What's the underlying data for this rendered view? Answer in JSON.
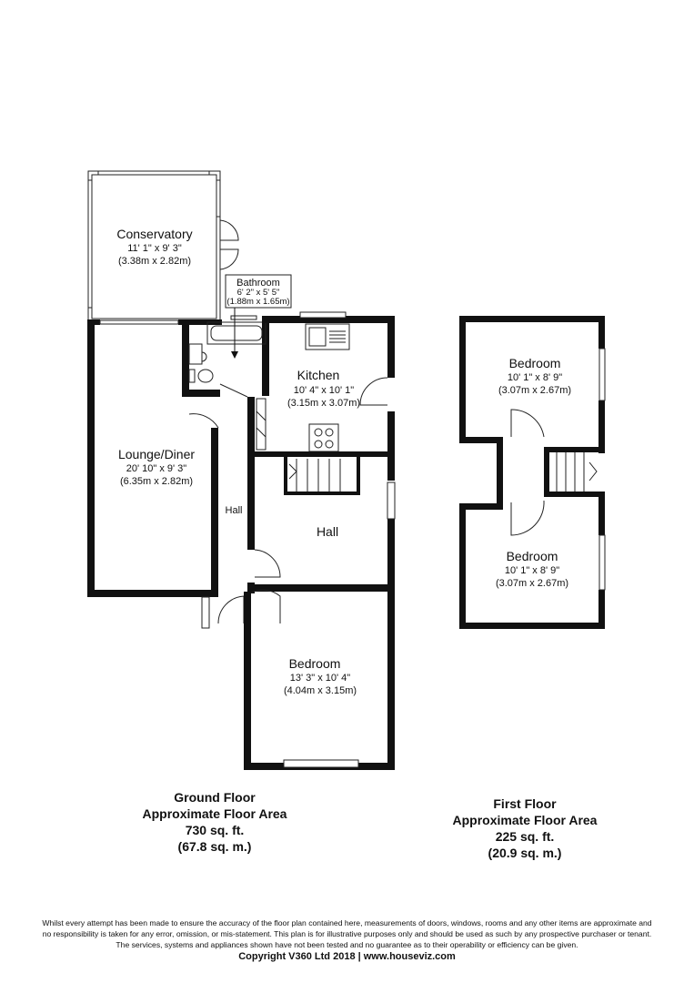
{
  "ground_floor": {
    "rooms": {
      "conservatory": {
        "name": "Conservatory",
        "dims_imperial": "11' 1\" x 9' 3\"",
        "dims_metric": "(3.38m x 2.82m)"
      },
      "bathroom": {
        "name": "Bathroom",
        "dims_imperial": "6' 2\" x 5' 5\"",
        "dims_metric": "(1.88m x 1.65m)"
      },
      "kitchen": {
        "name": "Kitchen",
        "dims_imperial": "10' 4\" x 10' 1\"",
        "dims_metric": "(3.15m x 3.07m)"
      },
      "lounge": {
        "name": "Lounge/Diner",
        "dims_imperial": "20' 10\" x 9' 3\"",
        "dims_metric": "(6.35m x 2.82m)"
      },
      "hall_corridor": {
        "name": "Hall"
      },
      "hall": {
        "name": "Hall"
      },
      "bedroom": {
        "name": "Bedroom",
        "dims_imperial": "13' 3\" x 10' 4\"",
        "dims_metric": "(4.04m x 3.15m)"
      }
    },
    "summary": {
      "title": "Ground Floor",
      "subtitle": "Approximate Floor Area",
      "area_sqft": "730 sq. ft.",
      "area_sqm": "(67.8 sq. m.)"
    }
  },
  "first_floor": {
    "rooms": {
      "bedroom_upper": {
        "name": "Bedroom",
        "dims_imperial": "10' 1\" x 8' 9\"",
        "dims_metric": "(3.07m x 2.67m)"
      },
      "bedroom_lower": {
        "name": "Bedroom",
        "dims_imperial": "10' 1\" x 8' 9\"",
        "dims_metric": "(3.07m x 2.67m)"
      }
    },
    "summary": {
      "title": "First Floor",
      "subtitle": "Approximate Floor Area",
      "area_sqft": "225 sq. ft.",
      "area_sqm": "(20.9 sq. m.)"
    }
  },
  "disclaimer": {
    "line1": "Whilst every attempt has been made to ensure the accuracy of the floor plan contained here, measurements of doors, windows, rooms and any other items are approximate and",
    "line2": "no responsibility is taken for any error, omission, or mis-statement. This plan is for illustrative purposes only and should be used as such by any prospective purchaser or tenant.",
    "line3": "The services, systems and appliances shown have not been tested and no guarantee as to their operability or efficiency can be given."
  },
  "copyright": "Copyright V360 Ltd 2018 | www.houseviz.com"
}
